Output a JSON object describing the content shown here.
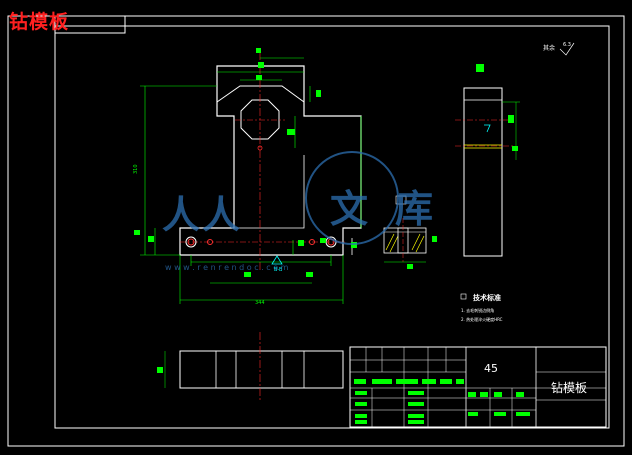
{
  "overlay_title": "钻模板",
  "drawing": {
    "roughness_note": "其余",
    "roughness_value": "6.3",
    "section_label": "B-B",
    "tech_heading": "技术标准",
    "tech_items": [
      "1. 去毛刺锐边倒角",
      "2. 热处理淬火硬度HRC"
    ],
    "dim_total_height": "310",
    "dim_total_width": "344",
    "material": "45",
    "part_name": "钻模板",
    "watermark_url": "w w w . r e n r e n d o c . c o m"
  },
  "colors": {
    "outline": "#ffffff",
    "dimension": "#00ff00",
    "center_line": "#ff2a2a",
    "hatch": "#ffff00",
    "hole": "#ff3030",
    "accent": "#00ffff",
    "watermark": "#2d6fb0"
  }
}
